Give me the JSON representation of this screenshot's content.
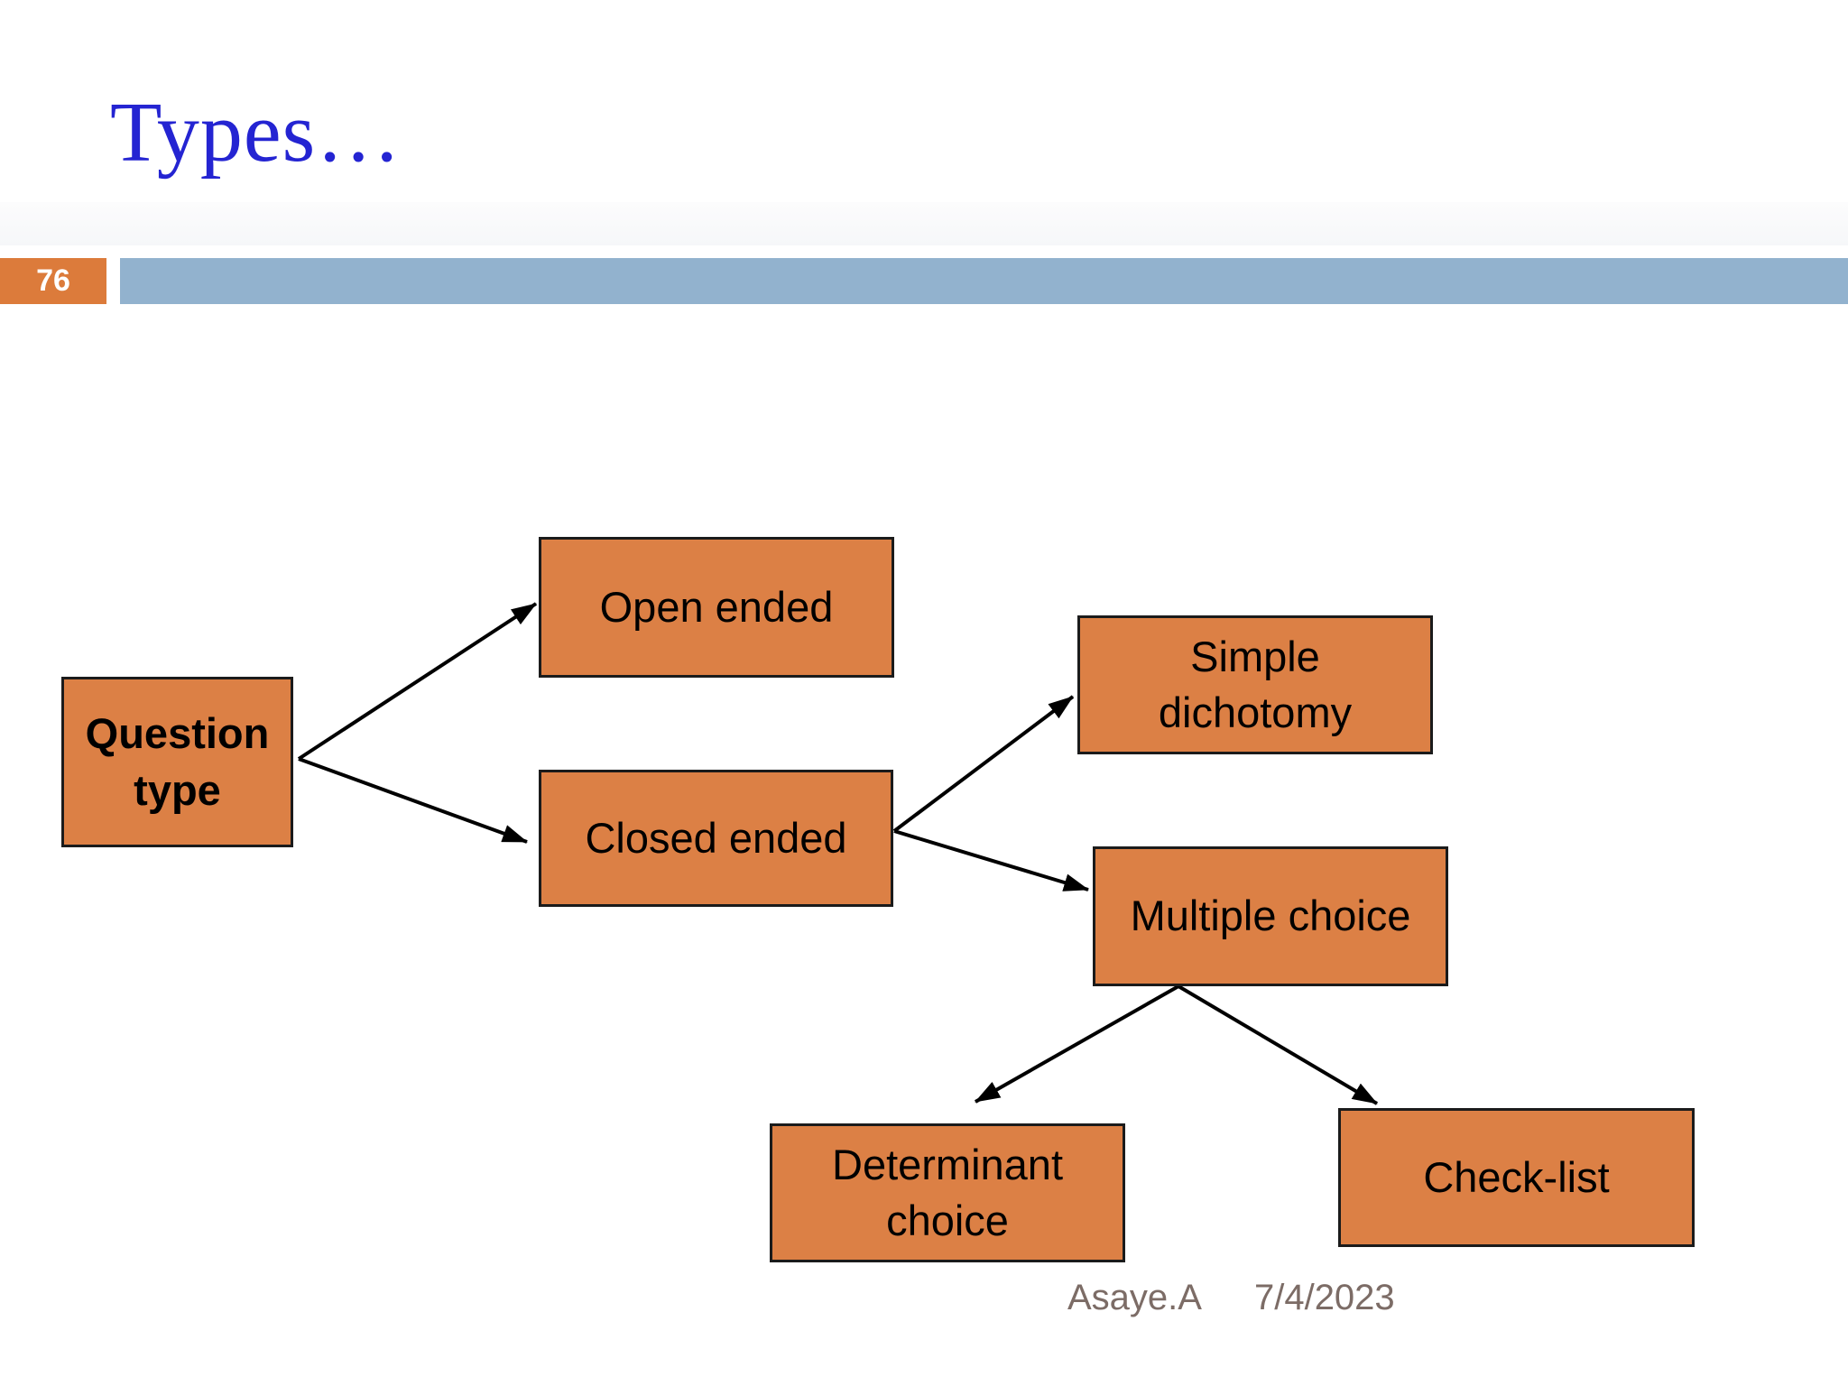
{
  "slide": {
    "title": "Types…",
    "page_number": "76",
    "footer": {
      "author": "Asaye.A",
      "date": "7/4/2023"
    }
  },
  "colors": {
    "title_text": "#2424D2",
    "header_bar": "#92B2CE",
    "page_badge_bg": "#DC7B3B",
    "page_badge_text": "#FFFFFF",
    "node_fill": "#DC8045",
    "node_border": "#1B1B1B",
    "node_text": "#000000",
    "arrow": "#000000",
    "footer_text": "#7C6C66"
  },
  "diagram": {
    "nodes": {
      "question_type": "Question type",
      "open_ended": "Open ended",
      "closed_ended": "Closed ended",
      "simple_dichotomy": "Simple dichotomy",
      "multiple_choice": "Multiple choice",
      "determinant_choice": "Determinant choice",
      "check_list": "Check-list"
    },
    "edges": [
      {
        "from": "question_type",
        "to": "open_ended"
      },
      {
        "from": "question_type",
        "to": "closed_ended"
      },
      {
        "from": "closed_ended",
        "to": "simple_dichotomy"
      },
      {
        "from": "closed_ended",
        "to": "multiple_choice"
      },
      {
        "from": "multiple_choice",
        "to": "determinant_choice"
      },
      {
        "from": "multiple_choice",
        "to": "check_list"
      }
    ]
  }
}
